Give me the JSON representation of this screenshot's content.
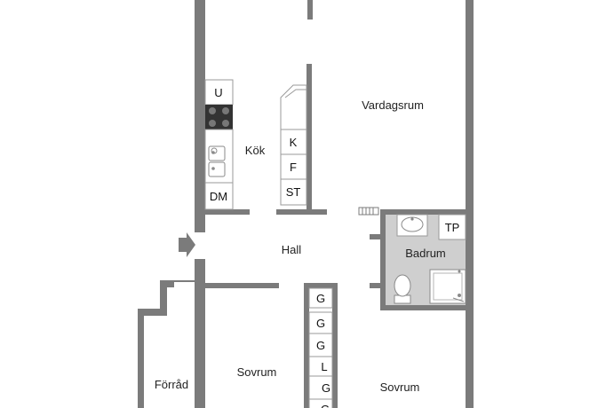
{
  "rooms": {
    "vardagsrum": "Vardagsrum",
    "kok": "Kök",
    "hall": "Hall",
    "badrum": "Badrum",
    "sovrum_left": "Sovrum",
    "sovrum_right": "Sovrum",
    "forrad": "Förråd"
  },
  "kitchen_fixtures": {
    "fridge_upper": "U",
    "dishwasher": "DM",
    "k": "K",
    "f": "F",
    "st": "ST"
  },
  "bath_fixtures": {
    "tp": "TP"
  },
  "wardrobes": [
    "G",
    "G",
    "G",
    "L",
    "G",
    "G"
  ],
  "icons": [
    "entrance-arrow-icon",
    "stove-icon",
    "sink-icon",
    "washbasin-icon",
    "toilet-icon",
    "shower-icon",
    "radiator-icon"
  ],
  "colors": {
    "wall": "#7b7b7b",
    "bath_floor": "#cfcfcf",
    "stove": "#333333"
  }
}
